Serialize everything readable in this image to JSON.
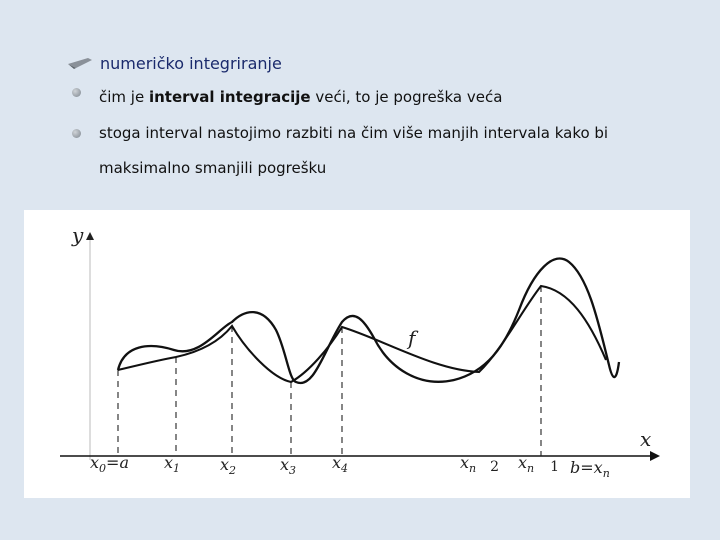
{
  "heading": {
    "text": "numeričko integriranje"
  },
  "bullets": [
    {
      "prefix": "čim je ",
      "emphasis": "interval integracije",
      "suffix": " veći, to je pogreška veća"
    },
    {
      "text": "stoga interval nastojimo razbiti na čim više manjih intervala kako bi maksimalno smanjili pogrešku"
    }
  ],
  "figure": {
    "y_axis": "y",
    "x_axis": "x",
    "function_label": "f",
    "ticks": [
      {
        "base": "x",
        "sub": "0",
        "after": "=",
        "rhs": "a"
      },
      {
        "base": "x",
        "sub": "1"
      },
      {
        "base": "x",
        "sub": "2"
      },
      {
        "base": "x",
        "sub": "3"
      },
      {
        "base": "x",
        "sub": "4"
      },
      {
        "base": "x",
        "sub": "n",
        "after": "2"
      },
      {
        "base": "x",
        "sub": "n",
        "after": "1"
      },
      {
        "base": "b",
        "after": "=",
        "rhs": "x",
        "rhs_sub": "n"
      }
    ]
  },
  "colors": {
    "background": "#dde6f0",
    "heading": "#1a2a6c",
    "figure_bg": "#ffffff",
    "ink": "#111111"
  }
}
